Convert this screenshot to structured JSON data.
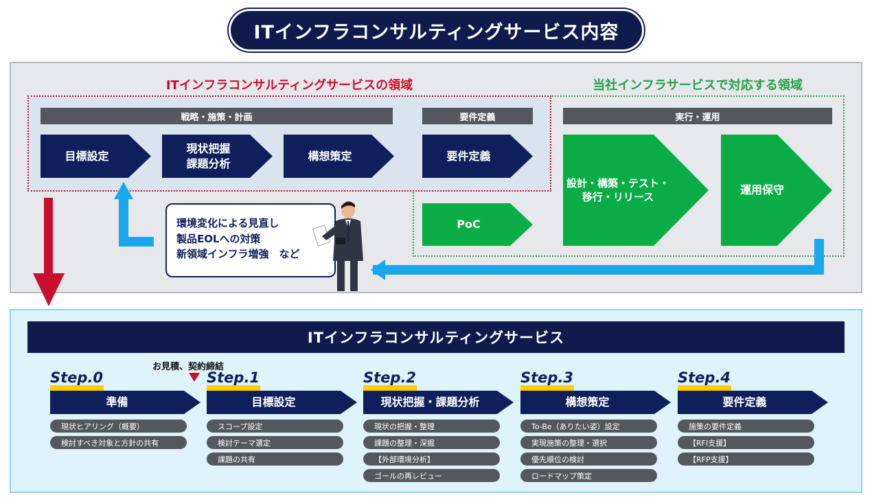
{
  "header": {
    "title": "ITインフラコンサルティングサービス内容"
  },
  "upper": {
    "red_section_title": "ITインフラコンサルティングサービスの領域",
    "green_section_title": "当社インフラサービスで対応する領域",
    "bars": {
      "strategy": "戦略・施策・計画",
      "requirements": "要件定義",
      "execution": "実行・運用"
    },
    "phases": {
      "goal": "目標設定",
      "current_1": "現状把握",
      "current_2": "課題分析",
      "concept": "構想策定",
      "requirements": "要件定義",
      "poc": "PoC",
      "build_1": "設計・構築・テスト・",
      "build_2": "移行・リリース",
      "ops": "運用保守"
    },
    "note": {
      "line1": "環境変化による見直し",
      "line2": "製品EOLへの対策",
      "line3": "新領域インフラ増強　など"
    }
  },
  "lower": {
    "title": "ITインフラコンサルティングサービス",
    "quote_marker": "お見積、契約締結",
    "steps": [
      {
        "label": "Step.0",
        "name": "準備",
        "items": [
          "現状ヒアリング（概要）",
          "検討すべき対象と方針の共有"
        ]
      },
      {
        "label": "Step.1",
        "name": "目標設定",
        "items": [
          "スコープ設定",
          "検討テーマ選定",
          "課題の共有"
        ]
      },
      {
        "label": "Step.2",
        "name": "現状把握・課題分析",
        "items": [
          "現状の把握・整理",
          "課題の整理・深掘",
          "【外部環境分析】",
          "ゴールの再レビュー"
        ]
      },
      {
        "label": "Step.3",
        "name": "構想策定",
        "items": [
          "To-Be（ありたい姿）設定",
          "実現施策の整理・選択",
          "優先順位の検討",
          "ロードマップ策定"
        ]
      },
      {
        "label": "Step.4",
        "name": "要件定義",
        "items": [
          "施策の要件定義",
          "【RFI支援】",
          "【RFP支援】"
        ]
      }
    ]
  },
  "colors": {
    "navy": "#0e1f5b",
    "green": "#0aad45",
    "red": "#c8102e",
    "sky": "#1aa7ec",
    "yellow": "#ffcc00"
  }
}
